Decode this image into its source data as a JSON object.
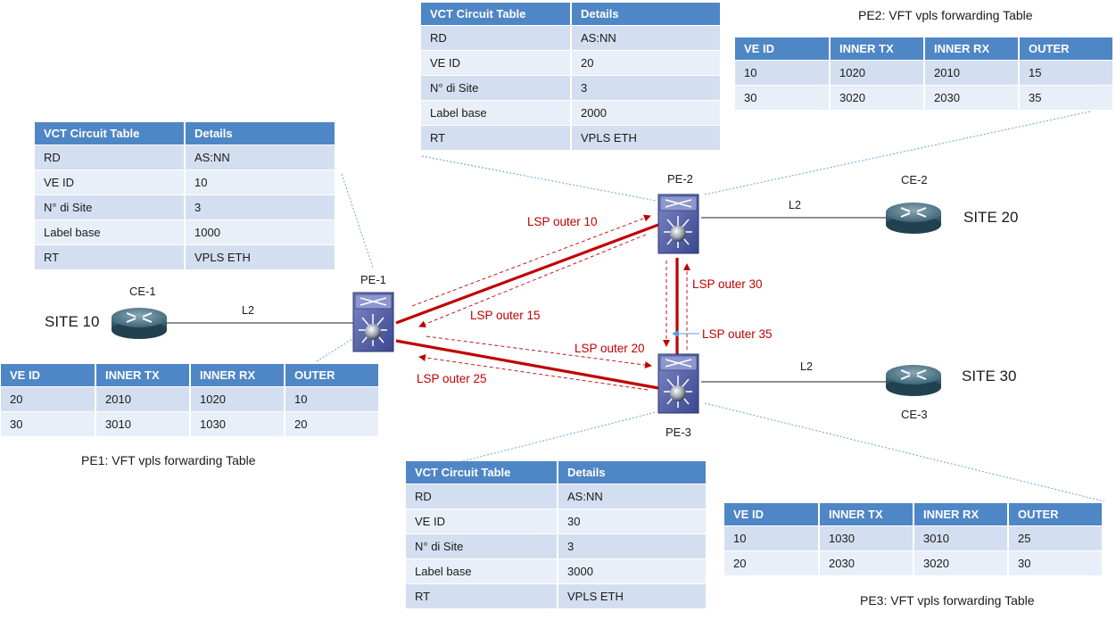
{
  "colors": {
    "table_header": "#4f86c6",
    "row_dark": "#d3dff0",
    "row_light": "#e9eff8",
    "lsp": "#c00000",
    "leader": "#5b9bd5"
  },
  "sites": {
    "site10": "SITE 10",
    "site20": "SITE 20",
    "site30": "SITE 30"
  },
  "nodes": {
    "ce1": "CE-1",
    "ce2": "CE-2",
    "ce3": "CE-3",
    "pe1": "PE-1",
    "pe2": "PE-2",
    "pe3": "PE-3"
  },
  "links": {
    "l2": "L2"
  },
  "lsp": {
    "outer10": "LSP outer 10",
    "outer15": "LSP outer 15",
    "outer20": "LSP outer 20",
    "outer25": "LSP outer 25",
    "outer30": "LSP outer 30",
    "outer35": "LSP outer 35"
  },
  "captions": {
    "pe1": "PE1: VFT vpls forwarding  Table",
    "pe2": "PE2: VFT vpls forwarding  Table",
    "pe3": "PE3: VFT vpls forwarding  Table"
  },
  "vct": {
    "pe1": {
      "headers": [
        "VCT Circuit Table",
        "Details"
      ],
      "rows": [
        [
          "RD",
          "AS:NN"
        ],
        [
          "VE ID",
          "10"
        ],
        [
          "N° di Site",
          "3"
        ],
        [
          "Label base",
          "1000"
        ],
        [
          "RT",
          "VPLS ETH"
        ]
      ]
    },
    "pe2": {
      "headers": [
        "VCT Circuit Table",
        "Details"
      ],
      "rows": [
        [
          "RD",
          "AS:NN"
        ],
        [
          "VE ID",
          "20"
        ],
        [
          "N° di Site",
          "3"
        ],
        [
          "Label base",
          "2000"
        ],
        [
          "RT",
          "VPLS ETH"
        ]
      ]
    },
    "pe3": {
      "headers": [
        "VCT Circuit Table",
        "Details"
      ],
      "rows": [
        [
          "RD",
          "AS:NN"
        ],
        [
          "VE ID",
          "30"
        ],
        [
          "N° di Site",
          "3"
        ],
        [
          "Label base",
          "3000"
        ],
        [
          "RT",
          "VPLS ETH"
        ]
      ]
    }
  },
  "vft": {
    "pe1": {
      "headers": [
        "VE ID",
        "INNER TX",
        "INNER RX",
        "OUTER"
      ],
      "rows": [
        [
          "20",
          "2010",
          "1020",
          "10"
        ],
        [
          "30",
          "3010",
          "1030",
          "20"
        ]
      ]
    },
    "pe2": {
      "headers": [
        "VE ID",
        "INNER TX",
        "INNER RX",
        "OUTER"
      ],
      "rows": [
        [
          "10",
          "1020",
          "2010",
          "15"
        ],
        [
          "30",
          "3020",
          "2030",
          "35"
        ]
      ]
    },
    "pe3": {
      "headers": [
        "VE ID",
        "INNER TX",
        "INNER RX",
        "OUTER"
      ],
      "rows": [
        [
          "10",
          "1030",
          "3010",
          "25"
        ],
        [
          "20",
          "2030",
          "3020",
          "30"
        ]
      ]
    }
  }
}
